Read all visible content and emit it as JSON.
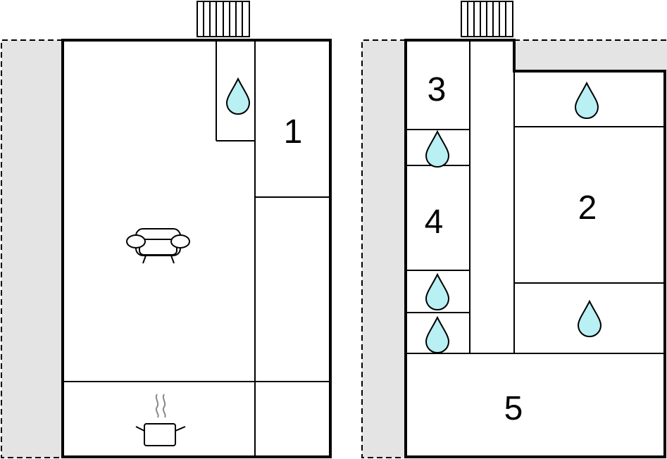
{
  "rooms": {
    "r1": "1",
    "r2": "2",
    "r3": "3",
    "r4": "4",
    "r5": "5"
  },
  "icons": {
    "water": "water-drop-icon",
    "sofa": "sofa-icon",
    "cooking": "cooking-pot-icon",
    "stairs": "stairs-icon"
  },
  "colors": {
    "wall": "#000000",
    "outdoor": "#e4e4e4",
    "water_fill": "#b8f0f4"
  }
}
